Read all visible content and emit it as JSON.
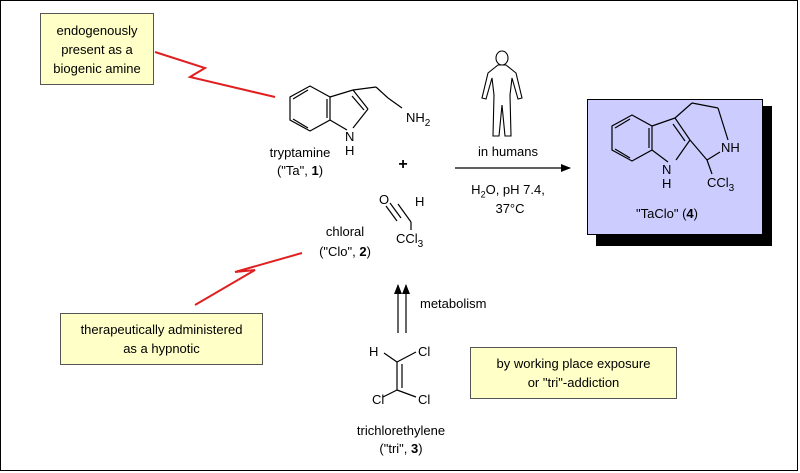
{
  "callouts": {
    "biogenic": [
      "endogenously",
      "present as a",
      "biogenic amine"
    ],
    "hypnotic": [
      "therapeutically administered",
      "as a hypnotic"
    ],
    "exposure": [
      "by working place exposure",
      "or \"tri\"-addiction"
    ]
  },
  "tryptamine": {
    "name": "tryptamine",
    "abbr_pre": "(\"Ta\", ",
    "number": "1",
    "abbr_post": ")",
    "nh2": "NH",
    "nh2_sub": "2",
    "nh": "N",
    "h": "H"
  },
  "chloral": {
    "name": "chloral",
    "abbr_pre": "(\"Clo\", ",
    "number": "2",
    "abbr_post": ")",
    "o": "O",
    "h": "H",
    "ccl3": "CCl",
    "ccl3_sub": "3"
  },
  "trichloroethylene": {
    "name": "trichlorethylene",
    "abbr_pre": "(\"tri\", ",
    "number": "3",
    "abbr_post": ")",
    "h": "H",
    "cl": "Cl"
  },
  "product": {
    "name_pre": "\"TaClo\" (",
    "number": "4",
    "name_post": ")",
    "nh": "NH",
    "n": "N",
    "h": "H",
    "ccl3": "CCl",
    "ccl3_sub": "3"
  },
  "reaction": {
    "plus": "+",
    "above_arrow": "in humans",
    "cond_h": "H",
    "cond_sub": "2",
    "cond_rest": "O, pH 7.4,",
    "cond_temp": "37°C",
    "metabolism": "metabolism"
  }
}
